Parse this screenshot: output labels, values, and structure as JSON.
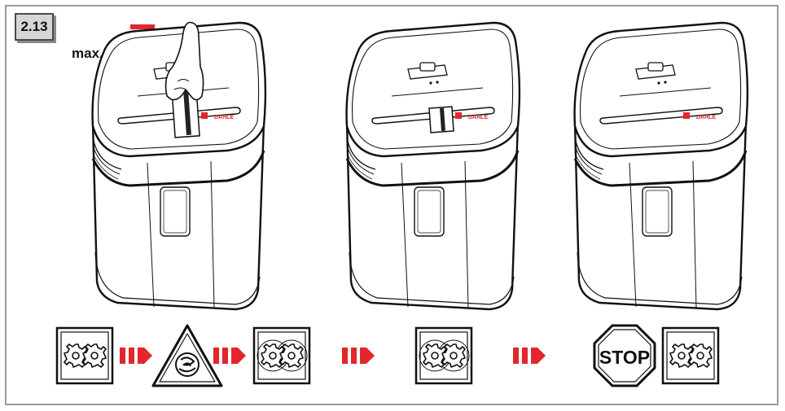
{
  "figure": {
    "step_label": "2.13",
    "max_label": "max. 1",
    "brand_text": "DAHLE",
    "stop_text": "STOP"
  },
  "icons": [
    "gears-still-icon",
    "red-arrow-icon",
    "auto-start-warning-icon",
    "red-arrow-icon",
    "gears-rotating-icon",
    "red-arrow-icon",
    "gears-rotating-icon",
    "red-arrow-icon",
    "stop-sign-icon",
    "gears-still-icon"
  ],
  "colors": {
    "accent_red": "#e3262b",
    "line": "#1a1a1a",
    "frame": "#9a9a9a",
    "label_bg": "#d6d6d6"
  }
}
